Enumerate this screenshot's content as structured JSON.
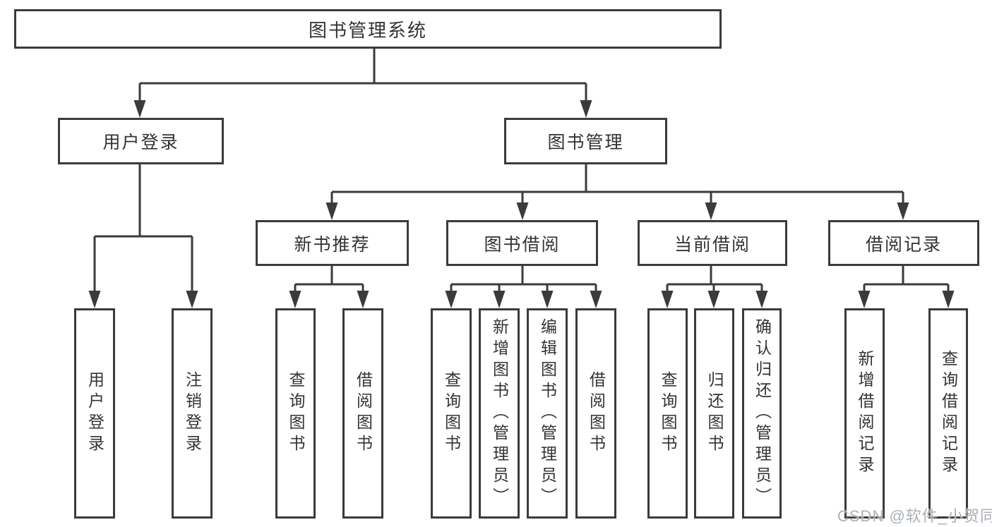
{
  "tree": {
    "root": {
      "label": "图书管理系统",
      "children": [
        {
          "label": "用户登录",
          "children": [
            {
              "label": "用户登录"
            },
            {
              "label": "注销登录"
            }
          ]
        },
        {
          "label": "图书管理",
          "children": [
            {
              "label": "新书推荐",
              "children": [
                {
                  "label": "查询图书"
                },
                {
                  "label": "借阅图书"
                }
              ]
            },
            {
              "label": "图书借阅",
              "children": [
                {
                  "label": "查询图书"
                },
                {
                  "label": "新增图书（管理员）"
                },
                {
                  "label": "编辑图书（管理员）"
                },
                {
                  "label": "借阅图书"
                }
              ]
            },
            {
              "label": "当前借阅",
              "children": [
                {
                  "label": "查询图书"
                },
                {
                  "label": "归还图书"
                },
                {
                  "label": "确认归还（管理员）"
                }
              ]
            },
            {
              "label": "借阅记录",
              "children": [
                {
                  "label": "新增借阅记录"
                },
                {
                  "label": "查询借阅记录"
                }
              ]
            }
          ]
        }
      ]
    }
  },
  "watermark": {
    "text": "CSDN @软件_小贺同学"
  },
  "colors": {
    "line": "#3b3b3b",
    "text": "#333333",
    "bg": "#ffffff",
    "watermark": "#aab0b5"
  }
}
